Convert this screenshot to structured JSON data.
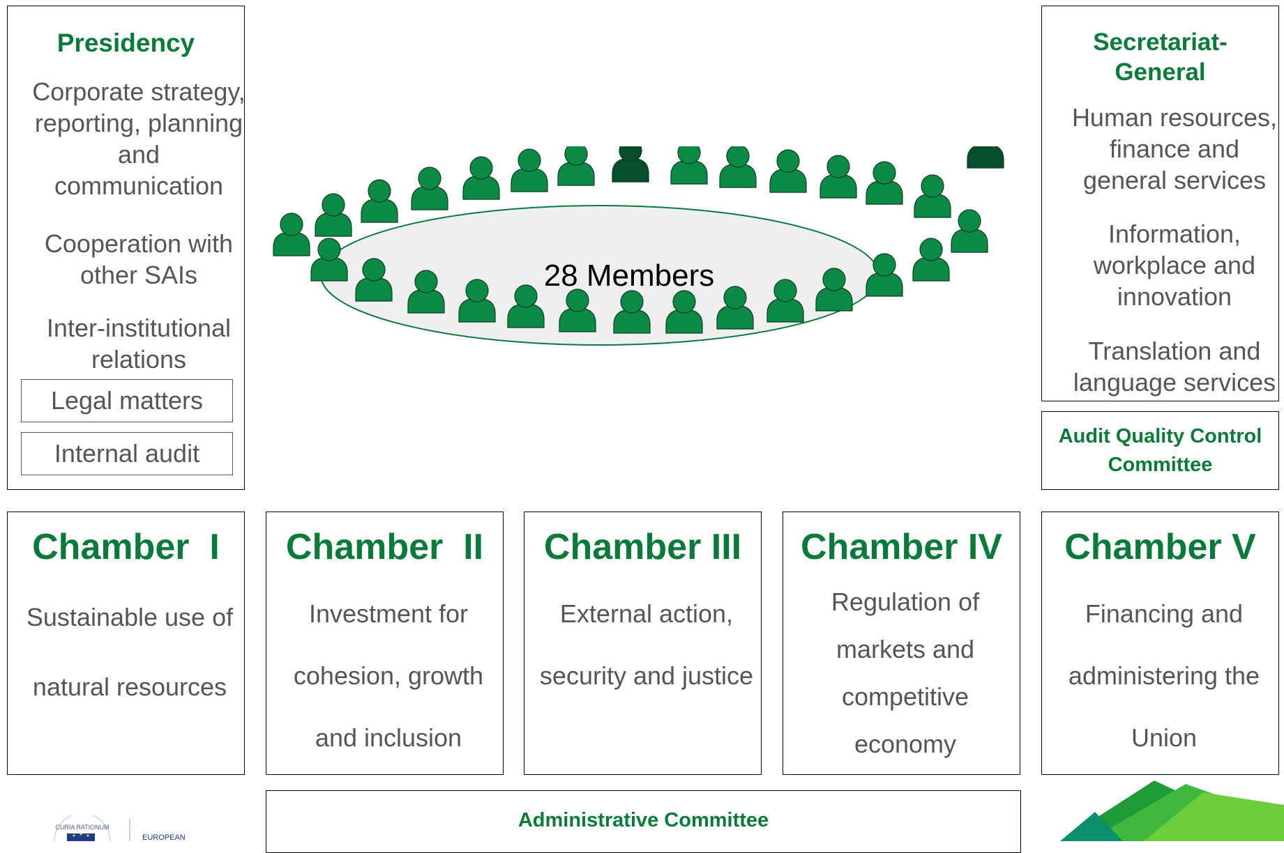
{
  "presidency": {
    "title": "Presidency",
    "items": [
      [
        "Corporate strategy,",
        "reporting, planning",
        "and",
        "communication"
      ],
      [
        "Cooperation with",
        "other SAIs"
      ],
      [
        "Inter-institutional",
        "relations"
      ]
    ],
    "boxed_items": [
      "Legal matters",
      "Internal audit"
    ]
  },
  "center": {
    "members_label": "28 Members"
  },
  "secretariat": {
    "title": [
      "Secretariat-",
      "General"
    ],
    "items": [
      [
        "Human resources,",
        "finance and",
        "general services"
      ],
      [
        "Information,",
        "workplace and",
        "innovation"
      ],
      [
        "Translation and",
        "language services"
      ]
    ]
  },
  "audit_quality_control": {
    "title": [
      "Audit Quality Control",
      "Committee"
    ]
  },
  "chambers": [
    {
      "title": "Chamber  I",
      "lines": [
        "Sustainable use of",
        "natural resources"
      ]
    },
    {
      "title": "Chamber  II",
      "lines": [
        "Investment for",
        "cohesion, growth",
        "and inclusion"
      ]
    },
    {
      "title": "Chamber III",
      "lines": [
        "External action,",
        "security and justice"
      ]
    },
    {
      "title": "Chamber IV",
      "lines": [
        "Regulation of",
        "markets and",
        "competitive",
        "economy"
      ]
    },
    {
      "title": "Chamber V",
      "lines": [
        "Financing and",
        "administering the",
        "Union"
      ]
    }
  ],
  "administrative_committee": {
    "title": "Administrative Committee"
  },
  "logo": {
    "seal_text": "CURIA RATIONUM",
    "wordmark": "EUROPEAN"
  },
  "colors": {
    "title_green": "#0a7a3a",
    "member_green": "#0b8a45",
    "member_dark": "#064e2c",
    "text_gray": "#555555",
    "table_fill": "#efefef"
  }
}
